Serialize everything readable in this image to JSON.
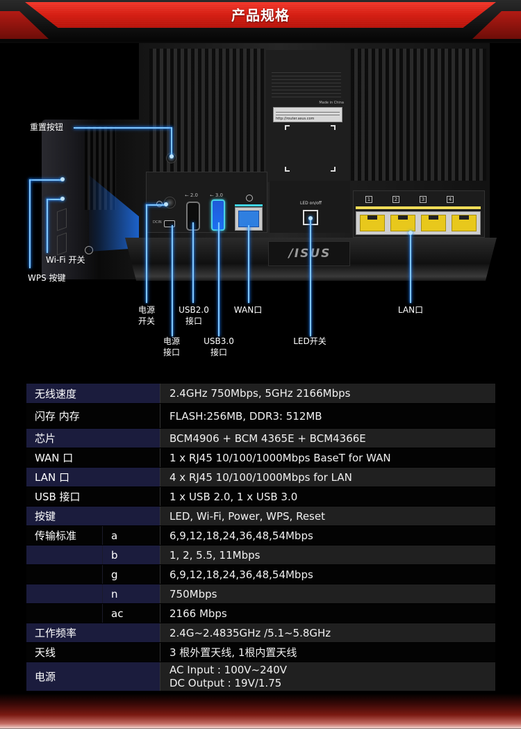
{
  "header": {
    "title": "产品规格"
  },
  "diagram": {
    "router_label": {
      "made_in": "Made in China",
      "url": "http://router.asus.com",
      "led_switch_label": "LED on/off",
      "usb2_label": "2.0",
      "usb3_label": "3.0",
      "dcin_label": "DCIN",
      "lan_numbers": [
        "1",
        "2",
        "3",
        "4"
      ],
      "brand": "/ISUS"
    },
    "callouts": {
      "reset": "重置按钮",
      "wifi_switch": "Wi-Fi 开关",
      "wps": "WPS 按键",
      "power_switch": [
        "电源",
        "开关"
      ],
      "power_port": [
        "电源",
        "接口"
      ],
      "usb2": [
        "USB2.0",
        "接口"
      ],
      "usb3": [
        "USB3.0",
        "接口"
      ],
      "wan": "WAN口",
      "led": "LED开关",
      "lan": "LAN口"
    },
    "glow_color": "#7fc6ff"
  },
  "spec_table": {
    "colors": {
      "label_navy": "#1b1c3d",
      "value_grey": "#202020",
      "row_black": "#030303"
    },
    "rows": [
      {
        "label": "无线速度",
        "sub": "",
        "value": [
          "2.4GHz 750Mbps,  5GHz  2166Mbps"
        ],
        "style": "navy"
      },
      {
        "label": "闪存 内存",
        "sub": "",
        "value": [
          "FLASH:256MB,  DDR3: 512MB"
        ],
        "style": "black"
      },
      {
        "label": "芯片",
        "sub": "",
        "value": [
          "BCM4906 + BCM 4365E + BCM4366E"
        ],
        "style": "navy"
      },
      {
        "label": "WAN 口",
        "sub": "",
        "value": [
          "1 x RJ45 10/100/1000Mbps BaseT for WAN"
        ],
        "style": "black"
      },
      {
        "label": "LAN 口",
        "sub": "",
        "value": [
          "4 x RJ45 10/100/1000Mbps for LAN"
        ],
        "style": "navy"
      },
      {
        "label": "USB 接口",
        "sub": "",
        "value": [
          "1 x USB 2.0, 1 x USB 3.0"
        ],
        "style": "black"
      },
      {
        "label": "按键",
        "sub": "",
        "value": [
          "LED, Wi-Fi, Power, WPS, Reset"
        ],
        "style": "navy"
      },
      {
        "label": "传输标准",
        "sub": "a",
        "value": [
          "6,9,12,18,24,36,48,54Mbps"
        ],
        "style": "black"
      },
      {
        "label": "",
        "sub": "b",
        "value": [
          "1, 2, 5.5, 11Mbps"
        ],
        "style": "navy"
      },
      {
        "label": "",
        "sub": "g",
        "value": [
          "6,9,12,18,24,36,48,54Mbps"
        ],
        "style": "black"
      },
      {
        "label": "",
        "sub": "n",
        "value": [
          "750Mbps"
        ],
        "style": "navy"
      },
      {
        "label": "",
        "sub": "ac",
        "value": [
          "2166 Mbps"
        ],
        "style": "black"
      },
      {
        "label": "工作频率",
        "sub": "",
        "value": [
          "2.4G~2.4835GHz /5.1~5.8GHz"
        ],
        "style": "navy"
      },
      {
        "label": "天线",
        "sub": "",
        "value": [
          "3 根外置天线, 1根内置天线"
        ],
        "style": "black"
      },
      {
        "label": "电源",
        "sub": "",
        "value": [
          "AC Input : 100V~240V",
          "DC Output : 19V/1.75"
        ],
        "style": "navy"
      }
    ]
  }
}
